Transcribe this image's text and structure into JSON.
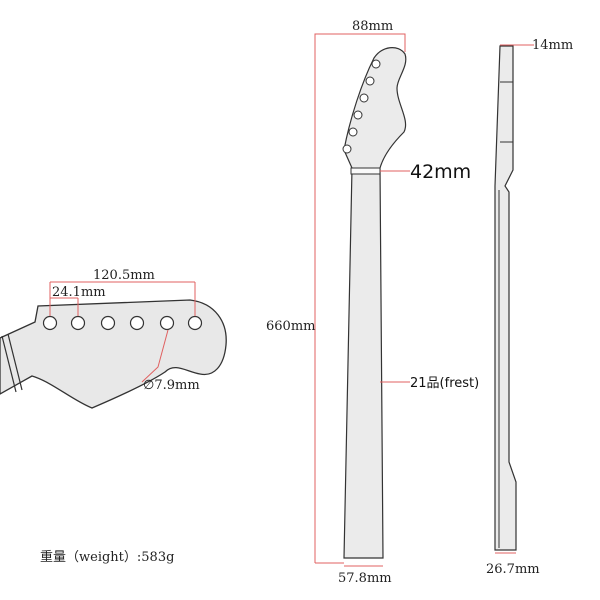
{
  "dimensions": {
    "headstock_width": "88mm",
    "nut_width": "42mm",
    "neck_length": "660mm",
    "fret_count": "21品(frest)",
    "heel_width": "57.8mm",
    "head_thickness": "14mm",
    "neck_thickness": "26.7mm",
    "tuner_span": "120.5mm",
    "tuner_spacing": "24.1mm",
    "tuner_hole_diameter": "∅7.9mm"
  },
  "weight_label": "重量（weight）:583g",
  "colors": {
    "dimension_line": "#e06060",
    "outline": "#333333",
    "fill": "#ebebeb"
  }
}
